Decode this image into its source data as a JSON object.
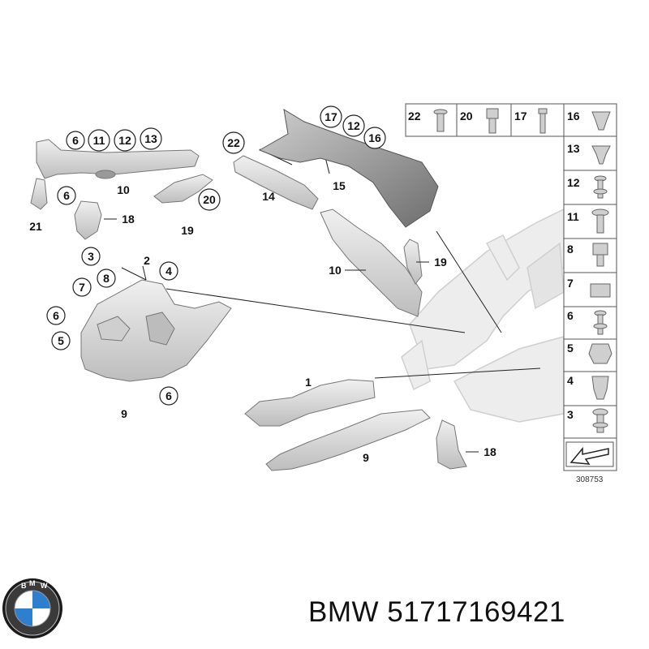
{
  "diagram": {
    "callouts": [
      {
        "id": "c-6a",
        "label": "6",
        "circled": true
      },
      {
        "id": "c-11a",
        "label": "11",
        "circled": true
      },
      {
        "id": "c-12a",
        "label": "12",
        "circled": true
      },
      {
        "id": "c-13a",
        "label": "13",
        "circled": true
      },
      {
        "id": "c-10a",
        "label": "10",
        "circled": false
      },
      {
        "id": "c-6b",
        "label": "6",
        "circled": true
      },
      {
        "id": "c-18a",
        "label": "18",
        "circled": false
      },
      {
        "id": "c-21",
        "label": "21",
        "circled": false
      },
      {
        "id": "c-20a",
        "label": "20",
        "circled": true
      },
      {
        "id": "c-19a",
        "label": "19",
        "circled": false
      },
      {
        "id": "c-22a",
        "label": "22",
        "circled": true
      },
      {
        "id": "c-17a",
        "label": "17",
        "circled": true
      },
      {
        "id": "c-12b",
        "label": "12",
        "circled": true
      },
      {
        "id": "c-16a",
        "label": "16",
        "circled": true
      },
      {
        "id": "c-15",
        "label": "15",
        "circled": false
      },
      {
        "id": "c-14",
        "label": "14",
        "circled": false
      },
      {
        "id": "c-10b",
        "label": "10",
        "circled": false
      },
      {
        "id": "c-19b",
        "label": "19",
        "circled": false
      },
      {
        "id": "c-3",
        "label": "3",
        "circled": true
      },
      {
        "id": "c-2",
        "label": "2",
        "circled": false
      },
      {
        "id": "c-4",
        "label": "4",
        "circled": true
      },
      {
        "id": "c-7",
        "label": "7",
        "circled": true
      },
      {
        "id": "c-8",
        "label": "8",
        "circled": true
      },
      {
        "id": "c-6c",
        "label": "6",
        "circled": true
      },
      {
        "id": "c-5",
        "label": "5",
        "circled": true
      },
      {
        "id": "c-6d",
        "label": "6",
        "circled": true
      },
      {
        "id": "c-9a",
        "label": "9",
        "circled": false
      },
      {
        "id": "c-1",
        "label": "1",
        "circled": false
      },
      {
        "id": "c-9b",
        "label": "9",
        "circled": false
      },
      {
        "id": "c-18b",
        "label": "18",
        "circled": false
      }
    ],
    "fastener_panel": {
      "top_row": [
        "22",
        "20",
        "17",
        "16"
      ],
      "right_column": [
        "13",
        "12",
        "11",
        "8",
        "7",
        "6",
        "5",
        "4",
        "3"
      ]
    },
    "reference_number": "308753"
  },
  "footer": {
    "brand": "BMW",
    "part_number": "51717169421",
    "text": "BMW 51717169421"
  },
  "colors": {
    "part_fill": "#e2e2e2",
    "part_stroke": "#7a7a7a",
    "body_ghost": "#ececec",
    "bmw_blue": "#2f7fd0"
  },
  "icons": [
    "bmw-logo-icon",
    "arrow-icon"
  ]
}
